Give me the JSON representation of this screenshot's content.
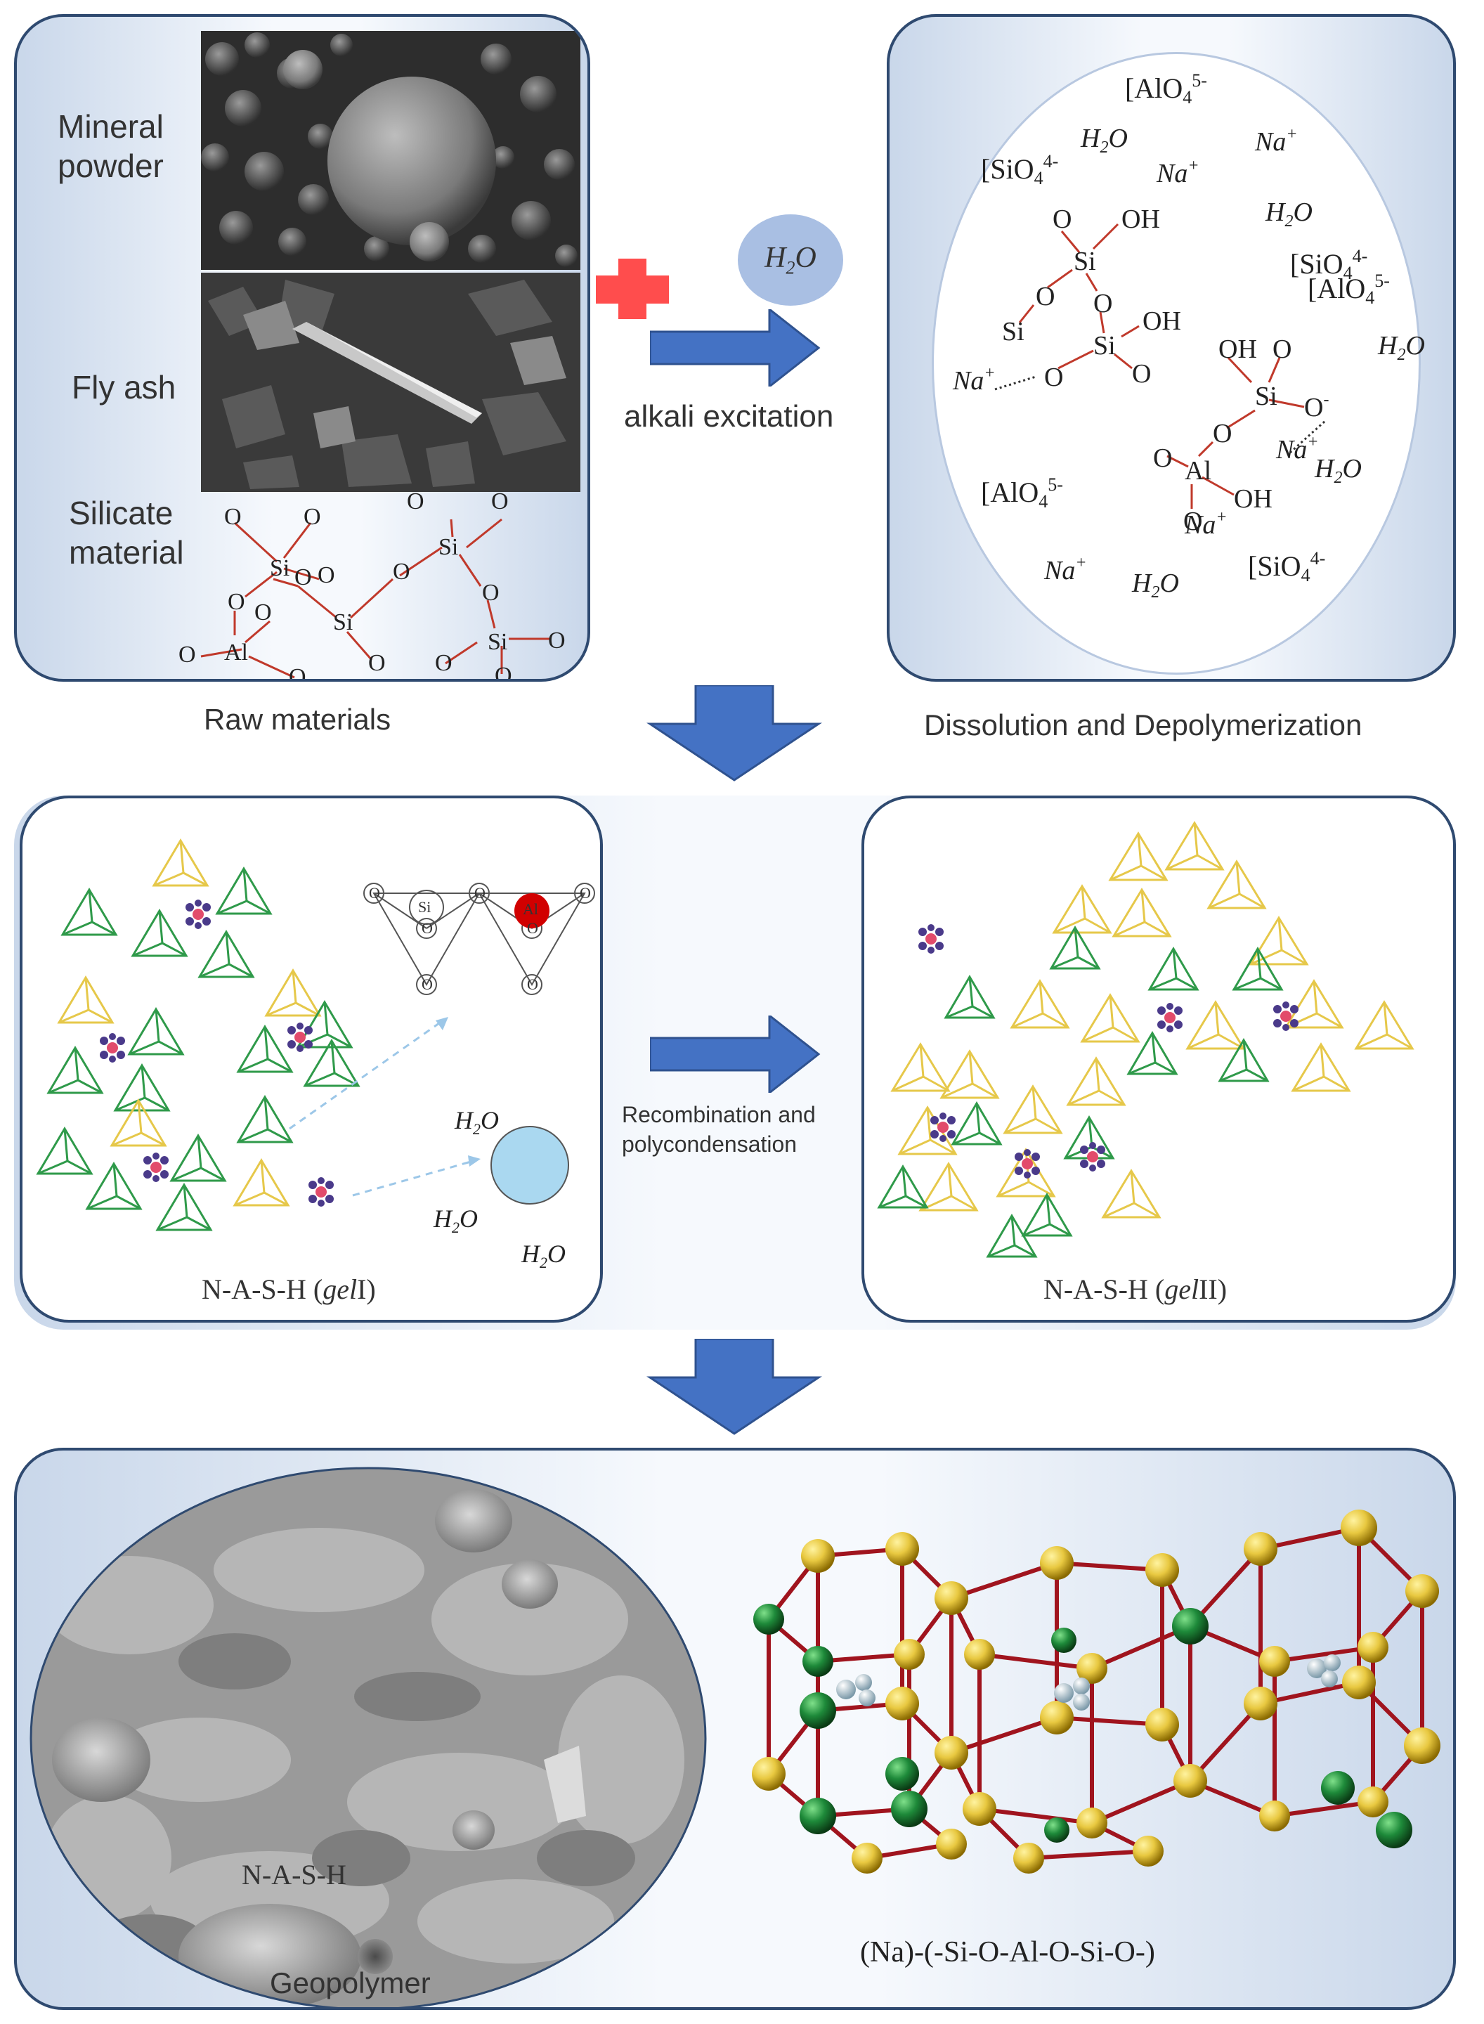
{
  "raw": {
    "mineral_powder": "Mineral\npowder",
    "fly_ash": "Fly ash",
    "silicate_material": "Silicate\nmaterial",
    "caption": "Raw materials"
  },
  "step1": {
    "water": "H2O",
    "label": "alkali excitation"
  },
  "dissolution": {
    "caption": "Dissolution and Depolymerization"
  },
  "step2": {
    "label_line1": "Recombination and",
    "label_line2": "polycondensation"
  },
  "gel1": {
    "caption_pre": "N-A-S-H (",
    "caption_it": "gel",
    "caption_post": "I)"
  },
  "gel2": {
    "caption_pre": "N-A-S-H (",
    "caption_it": "gel",
    "caption_post": "II)"
  },
  "geopolymer": {
    "caption": "Geopolymer",
    "sem_label": "N-A-S-H"
  },
  "formula": "(Na)-(-Si-O-Al-O-Si-O-)",
  "colors": {
    "arrow": "#4472c4",
    "plus": "#ff4d4d",
    "bond": "#c0392b",
    "yellow_atom": "#e8c840",
    "green_atom": "#1e8a3a",
    "green_tetra": "#2f9a4a",
    "yellow_tetra": "#e6c84a",
    "panel_border": "#2f4a70"
  }
}
